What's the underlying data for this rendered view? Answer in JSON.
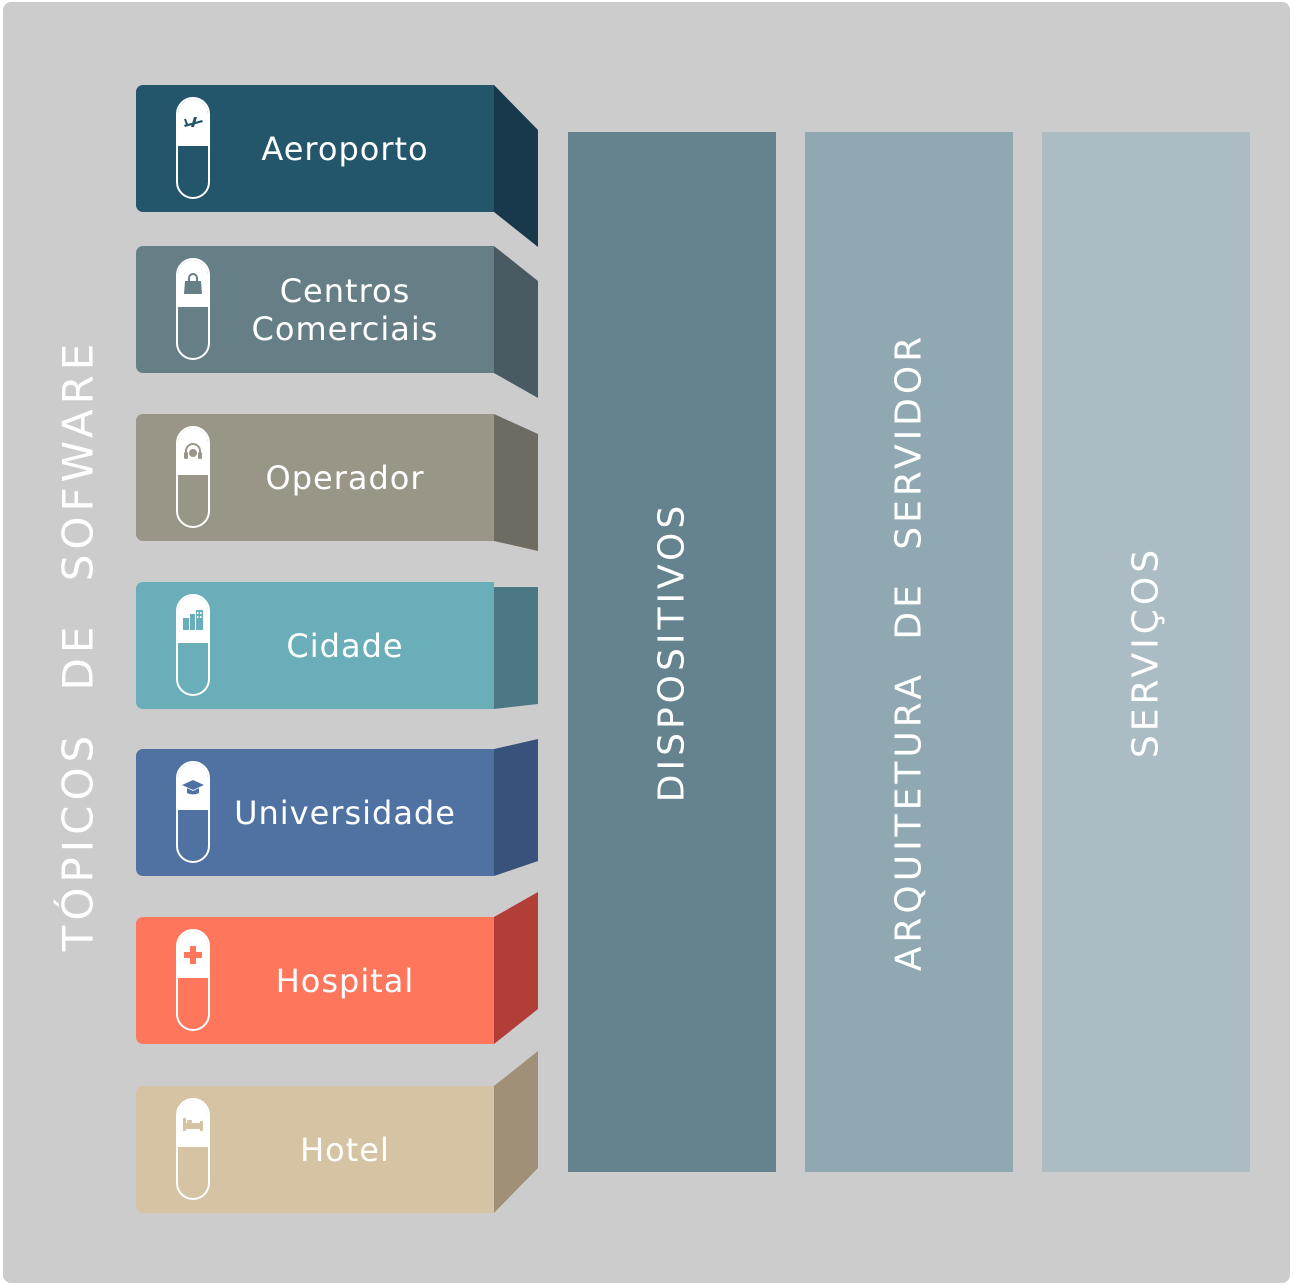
{
  "title": "TÓPICOS DE SOFWARE",
  "topics": [
    {
      "label": "Aeroporto",
      "icon": "airplane-icon",
      "color": "#24566b",
      "side_color": "#18384c"
    },
    {
      "label": "Centros\nComerciais",
      "icon": "shopping-bag-icon",
      "color": "#667f86",
      "side_color": "#4a5a62"
    },
    {
      "label": "Operador",
      "icon": "headset-icon",
      "color": "#999688",
      "side_color": "#6e6b63"
    },
    {
      "label": "Cidade",
      "icon": "buildings-icon",
      "color": "#6aaeb9",
      "side_color": "#4c7884"
    },
    {
      "label": "Universidade",
      "icon": "graduation-cap-icon",
      "color": "#4f72a3",
      "side_color": "#37537b"
    },
    {
      "label": "Hospital",
      "icon": "medical-cross-icon",
      "color": "#fe775c",
      "side_color": "#b23e38"
    },
    {
      "label": "Hotel",
      "icon": "bed-icon",
      "color": "#d5c3a3",
      "side_color": "#a09077"
    }
  ],
  "columns": [
    {
      "label": "DISPOSITIVOS",
      "color": "#64838e"
    },
    {
      "label": "ARQUITETURA DE SERVIDOR",
      "color": "#90a8b2"
    },
    {
      "label": "SERVIÇOS",
      "color": "#abbcc4"
    }
  ]
}
